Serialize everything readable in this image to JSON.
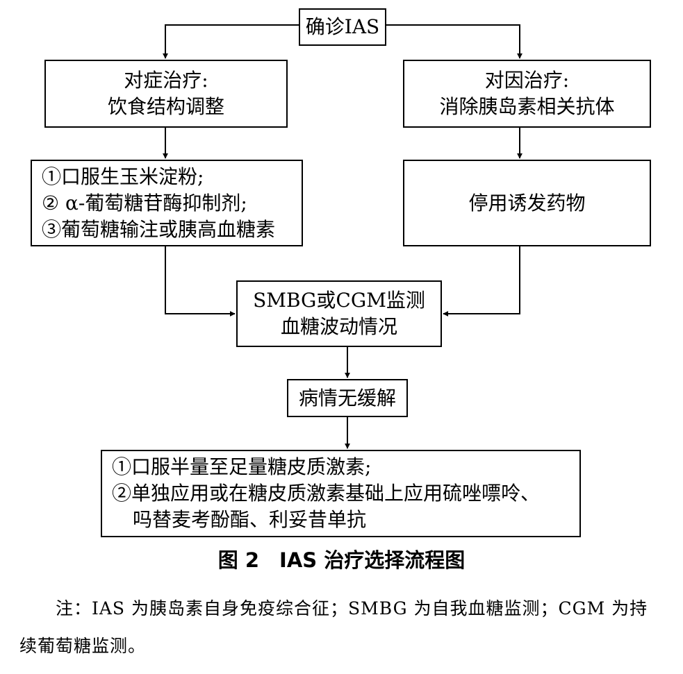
{
  "diagram": {
    "root": "确诊IAS",
    "symptomatic": {
      "title": "对症治疗:",
      "subtitle": "饮食结构调整"
    },
    "symptomatic_options": [
      "①口服生玉米淀粉;",
      "② α-葡萄糖苷酶抑制剂;",
      "③葡萄糖输注或胰高血糖素"
    ],
    "causal": {
      "title": "对因治疗:",
      "subtitle": "消除胰岛素相关抗体"
    },
    "causal_action": "停用诱发药物",
    "monitor": {
      "line1": "SMBG或CGM监测",
      "line2": "血糖波动情况"
    },
    "no_relief": "病情无缓解",
    "final_options": [
      "①口服半量至足量糖皮质激素;",
      "②单独应用或在糖皮质激素基础上应用硫唑嘌呤、",
      "吗替麦考酚酯、利妥昔单抗"
    ]
  },
  "caption": "图 2　IAS 治疗选择流程图",
  "note": "注：IAS 为胰岛素自身免疫综合征；SMBG 为自我血糖监测；CGM 为持续葡萄糖监测。"
}
